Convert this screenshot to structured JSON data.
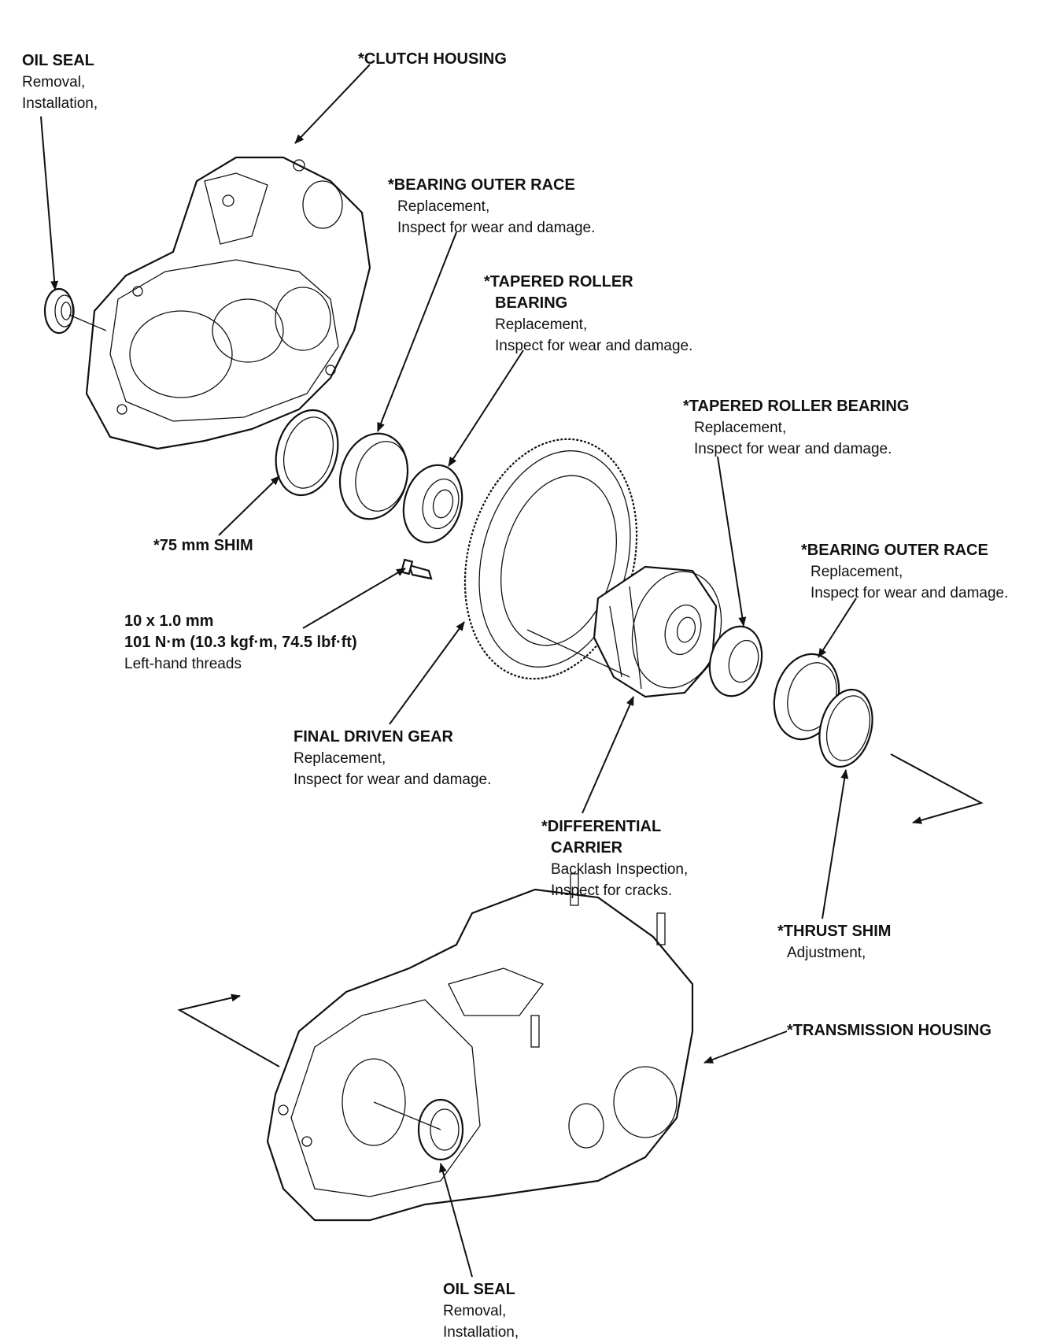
{
  "labels": {
    "oil_seal_top": {
      "title": "OIL SEAL",
      "lines": [
        "Removal,",
        "Installation,"
      ]
    },
    "clutch_housing": {
      "title": "*CLUTCH HOUSING",
      "lines": []
    },
    "bearing_outer_race_1": {
      "title": "*BEARING OUTER RACE",
      "lines": [
        "Replacement,",
        "Inspect for wear and damage."
      ]
    },
    "tapered_roller_bearing_1": {
      "title": "*TAPERED ROLLER",
      "title2": "BEARING",
      "lines": [
        "Replacement,",
        "Inspect for wear and damage."
      ]
    },
    "tapered_roller_bearing_2": {
      "title": "*TAPERED ROLLER BEARING",
      "lines": [
        "Replacement,",
        "Inspect for wear and damage."
      ]
    },
    "shim_75": {
      "title": "*75 mm SHIM",
      "lines": []
    },
    "bearing_outer_race_2": {
      "title": "*BEARING OUTER RACE",
      "lines": [
        "Replacement,",
        "Inspect for wear and damage."
      ]
    },
    "bolt_spec": {
      "title": "10 x 1.0 mm",
      "title2": "101 N·m (10.3 kgf·m, 74.5 lbf·ft)",
      "lines": [
        "Left-hand threads"
      ]
    },
    "final_driven_gear": {
      "title": "FINAL DRIVEN GEAR",
      "lines": [
        "Replacement,",
        "Inspect for wear and damage."
      ]
    },
    "differential_carrier": {
      "title": "*DIFFERENTIAL",
      "title2": "CARRIER",
      "lines": [
        "Backlash Inspection,",
        "Inspect for cracks."
      ]
    },
    "thrust_shim": {
      "title": "*THRUST SHIM",
      "lines": [
        "Adjustment,"
      ]
    },
    "transmission_housing": {
      "title": "*TRANSMISSION HOUSING",
      "lines": []
    },
    "oil_seal_bottom": {
      "title": "OIL SEAL",
      "lines": [
        "Removal,",
        "Installation,"
      ]
    }
  }
}
